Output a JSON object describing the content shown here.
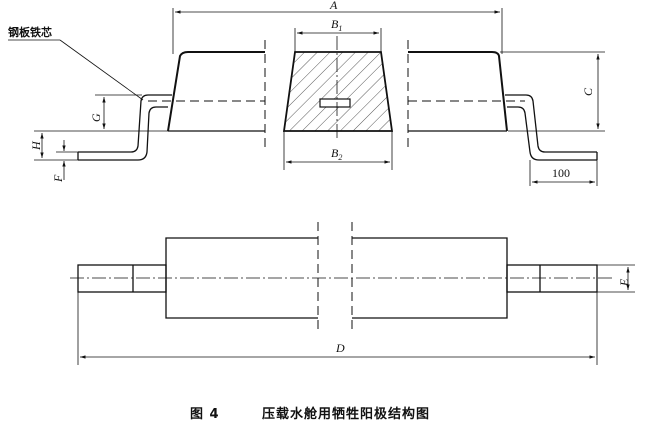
{
  "labels": {
    "core": "钢板铁芯",
    "A": "A",
    "B1": "B",
    "B1_sub": "1",
    "B2": "B",
    "B2_sub": "2",
    "C": "C",
    "D": "D",
    "E": "E",
    "F": "F",
    "G": "G",
    "H": "H",
    "dim_100": "100"
  },
  "caption": {
    "figure_no": "图 4",
    "title": "压载水舱用牺牲阳极结构图"
  }
}
